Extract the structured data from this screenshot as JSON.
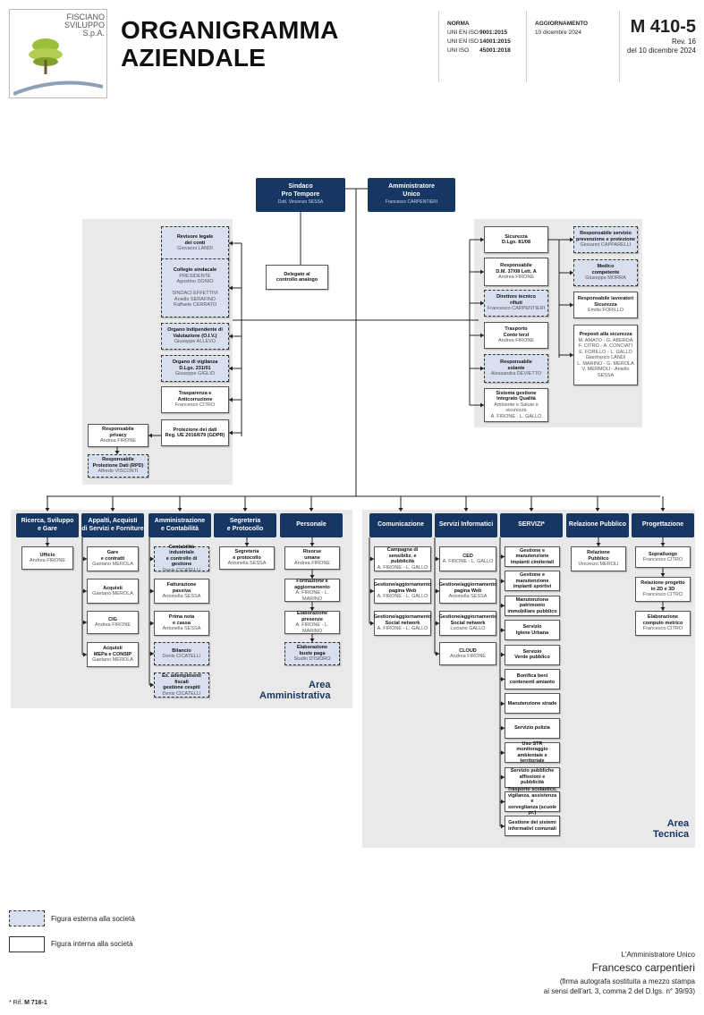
{
  "header": {
    "logo_text": "FISCIANO\nSVILUPPO\nS.p.A.",
    "title": "ORGANIGRAMMA\nAZIENDALE",
    "norma_label": "NORMA",
    "norms": [
      {
        "std": "UNI EN ISO",
        "num": "9001:2015"
      },
      {
        "std": "UNI EN ISO",
        "num": "14001:2015"
      },
      {
        "std": "UNI ISO",
        "num": "45001:2018"
      }
    ],
    "agg_label": "AGGIORNAMENTO",
    "agg_date": "10 dicembre 2024",
    "code": "M 410-5",
    "rev": "Rev. 16",
    "rev_date": "del 10 dicembre 2024"
  },
  "top": {
    "sindaco": {
      "title": "Sindaco\nPro Tempore",
      "name": "Dott. Vincenzo SESSA"
    },
    "amm": {
      "title": "Amministratore\nUnico",
      "name": "Francesco CARPENTIERI"
    },
    "delegato": "Delegato al\ncontrollo analogo"
  },
  "left_staff": [
    {
      "t": "Revisore legale\ndei conti",
      "n": "Giovanni LANDI",
      "ext": true
    },
    {
      "t": "Collegio sindacale",
      "n": "PRESIDENTE\nAgostino DONIO\n\nSINDACI EFFETTIVI\nAniello SERAFINO\nRaffaele CERRATO",
      "ext": true
    },
    {
      "t": "Organo Indipendente di\nValutazione (O.I.V.)",
      "n": "Giuseppe ALLEVO",
      "ext": true
    },
    {
      "t": "Organo di vigilanza\nD.Lgs. 231/01",
      "n": "Giuseppe GIGLIO",
      "ext": true
    },
    {
      "t": "Trasparenza e\nAnticorruzione",
      "n": "Francesco CITRO",
      "ext": false
    },
    {
      "t": "Protezione dei dati\nReg. UE 2016/679 (GDPR)",
      "n": "",
      "ext": false
    }
  ],
  "privacy": [
    {
      "t": "Responsabile\nprivacy",
      "n": "Andrea FIRONE",
      "ext": false
    },
    {
      "t": "Responsabile\nProtezione Dati (RPD)",
      "n": "Alfredo VISCONTI",
      "ext": true
    }
  ],
  "right_staff": [
    {
      "t": "Sicurezza\nD.Lgs. 81/08",
      "n": "",
      "ext": false
    },
    {
      "t": "Responsabile\nD.M. 37/08 Lett. A",
      "n": "Andrea FIRONE",
      "ext": false
    },
    {
      "t": "Direttore tecnico\nrifiuti",
      "n": "Francesco CARPENTIERI",
      "ext": true
    },
    {
      "t": "Trasporto\nConto terzi",
      "n": "Andrea FIRONE",
      "ext": false
    },
    {
      "t": "Responsabile\nsolante",
      "n": "Alessandra DEVIETTO",
      "ext": true
    },
    {
      "t": "Sistema gestione\nIntegrato Qualità",
      "n": "Ambiente e Salute e sicurezza\nA. FIRONE - L. GALLO",
      "ext": false
    }
  ],
  "safety": [
    {
      "t": "Responsabile servizio\nprevenzione e protezione",
      "n": "Giovanni CAPPARELLI",
      "ext": true
    },
    {
      "t": "Medico\ncompetente",
      "n": "Giuseppe MORRA",
      "ext": true
    },
    {
      "t": "Responsabile lavoratori\nSicurezza",
      "n": "Emilio FORILLO",
      "ext": false
    },
    {
      "t": "Preposti alla sicurezza",
      "n": "M. AMATO - G. ABERDA\nF. CITRO - A. CONCIATI\nE. FORILLO - L. GALLO\nGianfranco LANDI\nL. MARINO - G. MEROLA\nV. MERMOLI - Aniello SESSA",
      "ext": false
    }
  ],
  "admin_area": "Area\nAmministrativa",
  "tech_area": "Area\nTecnica",
  "admin_depts": [
    {
      "label": "Ricerca, Sviluppo\ne Gare",
      "items": [
        {
          "t": "Ufficio",
          "n": "Andrea FIRONE",
          "ext": false
        }
      ]
    },
    {
      "label": "Appalti, Acquisti\ndi Servizi e Forniture",
      "items": [
        {
          "t": "Gare\ne contratti",
          "n": "Gaetano MEROLA",
          "ext": false
        },
        {
          "t": "Acquisti",
          "n": "Gaetano MEROLA",
          "ext": false
        },
        {
          "t": "CIG",
          "n": "Andrea FIRONE",
          "ext": false
        },
        {
          "t": "Acquisti\nMEPa e CONSIP",
          "n": "Gaetano MEROLA",
          "ext": false
        }
      ]
    },
    {
      "label": "Amministrazione\ne Contabilità",
      "items": [
        {
          "t": "Contabilità industriale\ne controllo di gestione",
          "n": "Denis CICATELLI",
          "ext": true
        },
        {
          "t": "Fatturazione\npassiva",
          "n": "Antonella SESSA",
          "ext": false
        },
        {
          "t": "Prima nota\ne cassa",
          "n": "Antonella SESSA",
          "ext": false
        },
        {
          "t": "Bilancio",
          "n": "Denis CICATELLI",
          "ext": true
        },
        {
          "t": "Ex. adempimenti fiscali\ngestione cespiti",
          "n": "Denis CICATELLI",
          "ext": true
        }
      ]
    },
    {
      "label": "Segreteria\ne Protocollo",
      "items": [
        {
          "t": "Segreteria\ne protocollo",
          "n": "Antonella SESSA",
          "ext": false
        }
      ]
    },
    {
      "label": "Personale",
      "items": [
        {
          "t": "Risorse\numane",
          "n": "Andrea FIRONE",
          "ext": false
        },
        {
          "t": "Formazione e\naggiornamento",
          "n": "A. FIRONE - L. MARINO",
          "ext": false
        },
        {
          "t": "Elaborazione\npresenze",
          "n": "A. FIRONE - L. MARINO",
          "ext": false
        },
        {
          "t": "Elaborazione\nbuste paga",
          "n": "Studio D'ISIDRO",
          "ext": true
        }
      ]
    }
  ],
  "tech_depts": [
    {
      "label": "Comunicazione",
      "items": [
        {
          "t": "Campagna di\nsensibiliz. e pubblicità",
          "n": "A. FIRONE - L. GALLO",
          "ext": false
        },
        {
          "t": "Gestione/aggiornamento\npagina Web",
          "n": "A. FIRONE - L. GALLO",
          "ext": false
        },
        {
          "t": "Gestione/aggiornamento\nSocial network",
          "n": "A. FIRONE - L. GALLO",
          "ext": false
        }
      ]
    },
    {
      "label": "Servizi Informatici",
      "items": [
        {
          "t": "CED",
          "n": "A. FIRONE - L. GALLO",
          "ext": false
        },
        {
          "t": "Gestione/aggiornamento\npagina Web",
          "n": "Antonella SESSA",
          "ext": false
        },
        {
          "t": "Gestione/aggiornamento\nSocial network",
          "n": "Luciano GALLO",
          "ext": false
        },
        {
          "t": "CLOUD",
          "n": "Andrea FIRONE",
          "ext": false
        }
      ]
    },
    {
      "label": "SERVIZI*",
      "items": [
        {
          "t": "Gestione e manutenzione\nimpianti cimiteriali",
          "n": "",
          "ext": false
        },
        {
          "t": "Gestione e manutenzione\nimpianti sportivi",
          "n": "",
          "ext": false
        },
        {
          "t": "Manutenzione\npatrimonio\nimmobiliare pubblico",
          "n": "",
          "ext": false
        },
        {
          "t": "Servizio\nIgiene Urbana",
          "n": "",
          "ext": false
        },
        {
          "t": "Servizio\nVerde pubblico",
          "n": "",
          "ext": false
        },
        {
          "t": "Bonifica beni\ncontenenti amianto",
          "n": "",
          "ext": false
        },
        {
          "t": "Manutenzione strade",
          "n": "",
          "ext": false
        },
        {
          "t": "Servizio pulizia",
          "n": "",
          "ext": false
        },
        {
          "t": "Uso STR\nmonitoraggio\nambientale e territoriale",
          "n": "",
          "ext": false
        },
        {
          "t": "Servizio pubbliche\naffissioni e pubblicità",
          "n": "",
          "ext": false
        },
        {
          "t": "Trasporto scolastico,\nvigilanza, assistenza e\nsorveglianza (scuole pr.)",
          "n": "",
          "ext": false
        },
        {
          "t": "Gestione dei sistemi\ninformativi comunali",
          "n": "",
          "ext": false
        }
      ]
    },
    {
      "label": "Relazione Pubblico",
      "items": [
        {
          "t": "Relazione\nPubblico",
          "n": "Vincenzo MEROLI",
          "ext": false
        }
      ]
    },
    {
      "label": "Progettazione",
      "items": [
        {
          "t": "Sopralluogo",
          "n": "Francesco CITRO",
          "ext": false
        },
        {
          "t": "Relazione progetto\nin 2D e 3D",
          "n": "Francesco CITRO",
          "ext": false
        },
        {
          "t": "Elaborazione\ncomputo metrico",
          "n": "Francesco CITRO",
          "ext": false
        }
      ]
    }
  ],
  "legend": {
    "ext": "Figura esterna alla società",
    "int": "Figura interna alla società"
  },
  "signature": {
    "role": "L'Amministratore Unico",
    "name": "Francesco carpentieri",
    "note1": "(firma autografa sostituita a mezzo stampa",
    "note2": "ai sensi dell'art. 3, comma 2 del D.lgs. n° 39/93)"
  },
  "footnote": {
    "prefix": "* Rif.",
    "ref": "M 716-1"
  }
}
